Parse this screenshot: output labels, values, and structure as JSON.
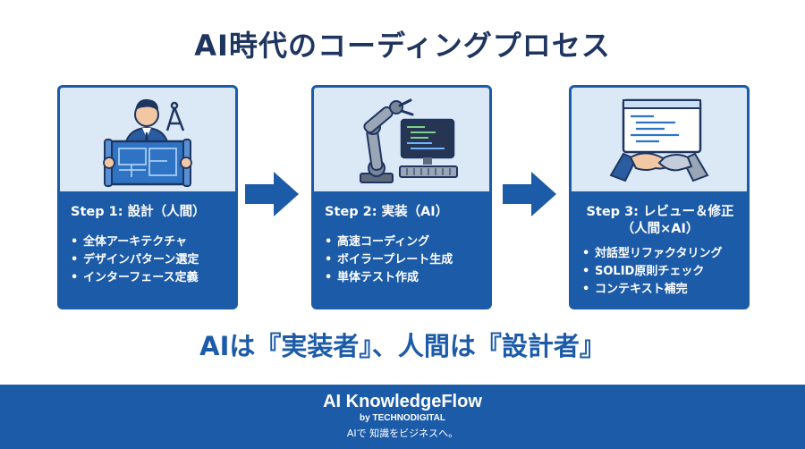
{
  "title": "AI時代のコーディングプロセス",
  "steps": [
    {
      "title": "Step 1: 設計（人間）",
      "bullets": [
        "全体アーキテクチャ",
        "デザインパターン選定",
        "インターフェース定義"
      ],
      "illustration": "architect-with-blueprint-icon"
    },
    {
      "title": "Step 2: 実装（AI）",
      "bullets": [
        "高速コーディング",
        "ボイラープレート生成",
        "単体テスト作成"
      ],
      "illustration": "robot-arm-computer-icon"
    },
    {
      "title_line1": "Step 3: レビュー＆修正",
      "title_line2": "（人間×AI）",
      "bullets": [
        "対話型リファクタリング",
        "SOLID原則チェック",
        "コンテキスト補完"
      ],
      "illustration": "handshake-code-icon"
    }
  ],
  "tagline": "AIは『実装者』、人間は『設計者』",
  "footer": {
    "brand": "AI KnowledgeFlow",
    "by": "by TECHNODIGITAL",
    "slogan": "AIで 知識をビジネスへ。"
  },
  "colors": {
    "primary": "#1c5ba8",
    "title": "#1e3560",
    "panel": "#dbe9f7"
  }
}
